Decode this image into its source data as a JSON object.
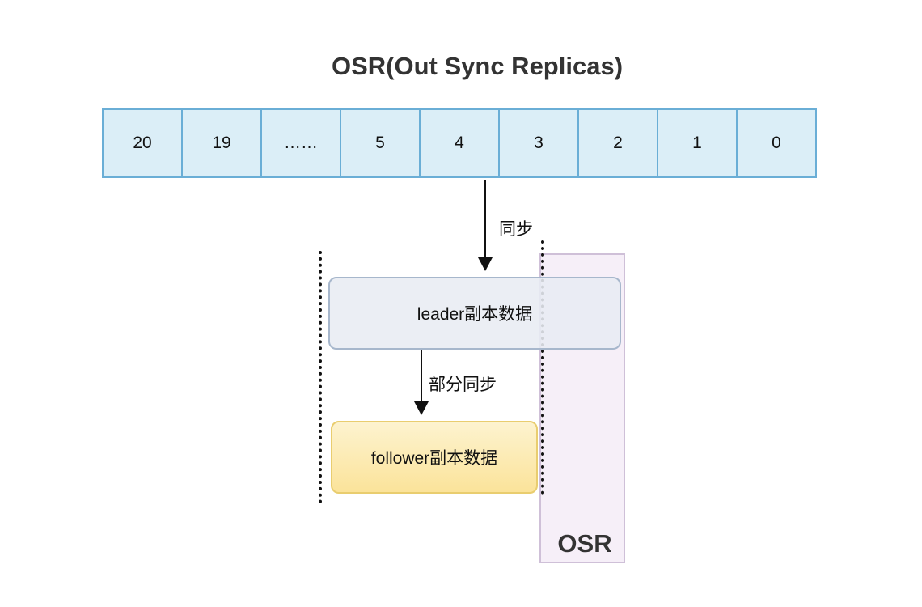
{
  "title": "OSR(Out Sync Replicas)",
  "log": {
    "cells": [
      "20",
      "19",
      "……",
      "5",
      "4",
      "3",
      "2",
      "1",
      "0"
    ]
  },
  "edges": {
    "sync_label": "同步",
    "partial_sync_label": "部分同步"
  },
  "nodes": {
    "leader": "leader副本数据",
    "follower": "follower副本数据"
  },
  "osr": {
    "label": "OSR"
  },
  "colors": {
    "log_cell_fill": "#dbeef7",
    "log_cell_border": "#6aaed6",
    "leader_fill": "#e8ecf2",
    "follower_fill": "#fbe39a",
    "osr_fill": "#f6eff8"
  }
}
